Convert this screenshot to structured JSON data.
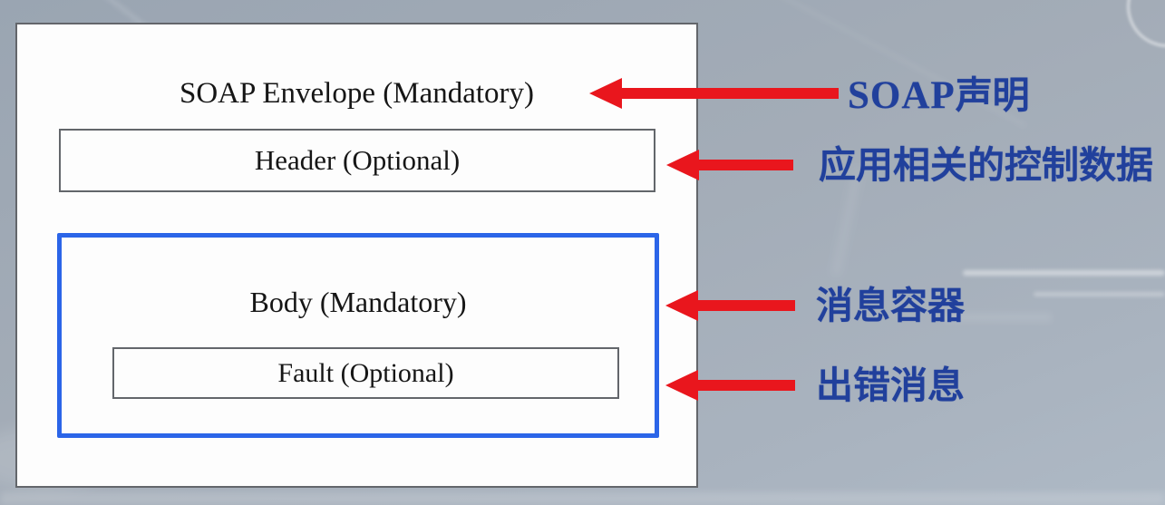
{
  "colors": {
    "background_top": "#9aa5b2",
    "background_bottom": "#aeb9c5",
    "panel_fill": "#fdfdfd",
    "panel_border_gray": "#63666b",
    "body_border_blue": "#2b65e8",
    "arrow_red": "#e9161d",
    "annotation_blue": "#21409c",
    "diagram_text": "#161616"
  },
  "diagram": {
    "envelope_label": "SOAP Envelope (Mandatory)",
    "header_label": "Header (Optional)",
    "body_label": "Body (Mandatory)",
    "fault_label": "Fault (Optional)"
  },
  "annotations": [
    {
      "target": "envelope",
      "prefix": "SOAP",
      "text": "声明"
    },
    {
      "target": "header",
      "prefix": "",
      "text": "应用相关的控制数据"
    },
    {
      "target": "body",
      "prefix": "",
      "text": "消息容器"
    },
    {
      "target": "fault",
      "prefix": "",
      "text": "出错消息"
    }
  ]
}
